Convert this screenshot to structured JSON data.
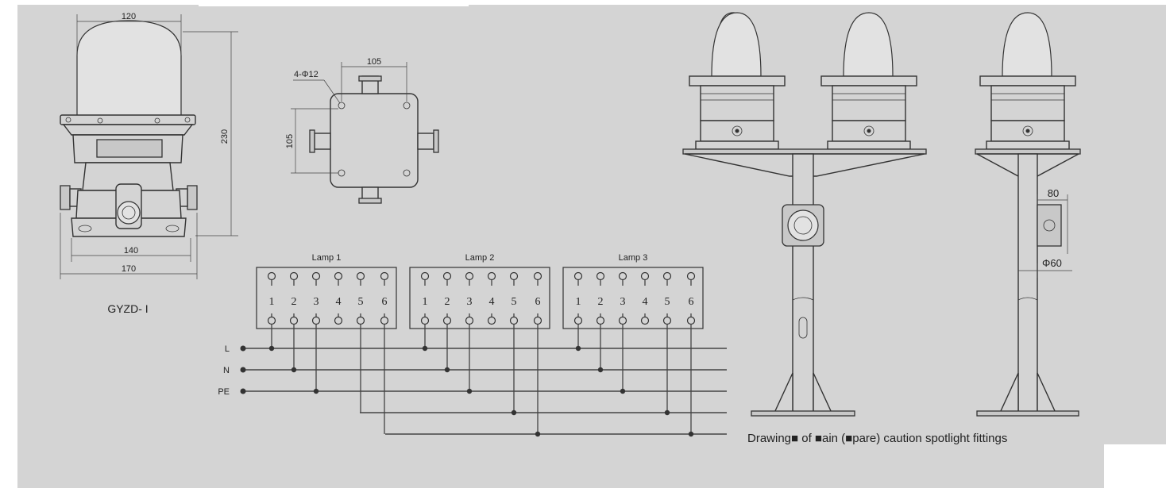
{
  "drawing": {
    "lamp_dims": {
      "top_width": "120",
      "height": "230",
      "base_mount": "140",
      "base_total": "170"
    },
    "lamp_model": "GYZD- I",
    "junction_box": {
      "hole_spec": "4-Φ12",
      "width": "105",
      "height": "105"
    },
    "pole_dims": {
      "box_width": "80",
      "pole_dia": "Φ60"
    },
    "caption": "Drawing■ of ■ain (■pare) caution spotlight fittings",
    "lamps": [
      {
        "title": "Lamp 1",
        "terminals": [
          "1",
          "2",
          "3",
          "4",
          "5",
          "6"
        ]
      },
      {
        "title": "Lamp 2",
        "terminals": [
          "1",
          "2",
          "3",
          "4",
          "5",
          "6"
        ]
      },
      {
        "title": "Lamp 3",
        "terminals": [
          "1",
          "2",
          "3",
          "4",
          "5",
          "6"
        ]
      }
    ],
    "bus_labels": [
      "L",
      "N",
      "PE"
    ],
    "colors": {
      "background": "#d4d4d4",
      "line": "#333333",
      "page": "#ffffff"
    }
  }
}
